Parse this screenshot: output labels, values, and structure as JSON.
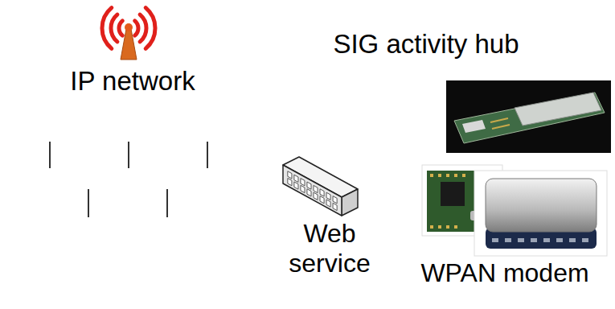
{
  "diagram": {
    "nodes": [
      {
        "text": [
          "IP network"
        ]
      },
      {
        "text": [
          "SIG activity hub"
        ]
      }
    ],
    "labels": [
      "Web service",
      "WPAN modem"
    ]
  }
}
